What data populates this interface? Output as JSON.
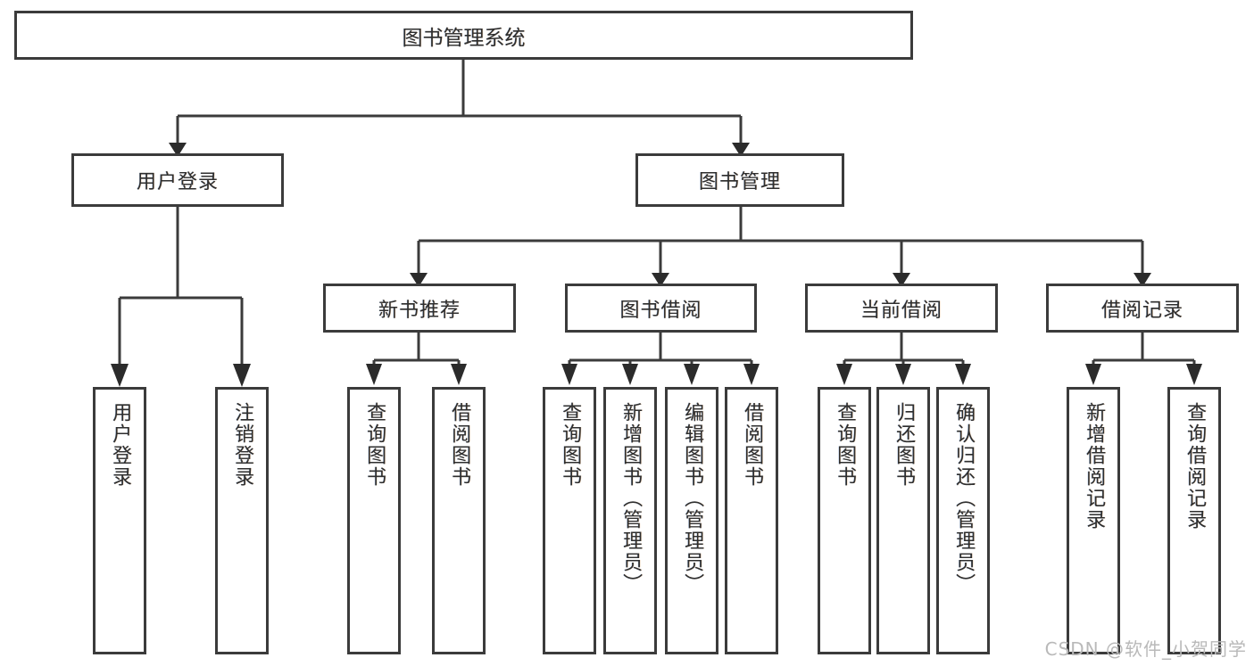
{
  "diagram": {
    "title": "图书管理系统",
    "type": "hierarchy-tree",
    "root": {
      "label": "图书管理系统"
    },
    "level1": [
      {
        "label": "用户登录"
      },
      {
        "label": "图书管理"
      }
    ],
    "level2": [
      {
        "label": "新书推荐"
      },
      {
        "label": "图书借阅"
      },
      {
        "label": "当前借阅"
      },
      {
        "label": "借阅记录"
      }
    ],
    "leaves": {
      "user_login": [
        {
          "label": "用户登录"
        },
        {
          "label": "注销登录"
        }
      ],
      "new_book_recommend": [
        {
          "label": "查询图书"
        },
        {
          "label": "借阅图书"
        }
      ],
      "book_borrow": [
        {
          "label": "查询图书"
        },
        {
          "label": "新增图书（管理员）"
        },
        {
          "label": "编辑图书（管理员）"
        },
        {
          "label": "借阅图书"
        }
      ],
      "current_borrow": [
        {
          "label": "查询图书"
        },
        {
          "label": "归还图书"
        },
        {
          "label": "确认归还（管理员）"
        }
      ],
      "borrow_record": [
        {
          "label": "新增借阅记录"
        },
        {
          "label": "查询借阅记录"
        }
      ]
    }
  },
  "watermark": {
    "text": "CSDN @软件_小贺同学"
  },
  "colors": {
    "border": "#3b3b3b",
    "text": "#2e2e2e",
    "background": "#ffffff",
    "watermark": "#b9b9b9"
  }
}
